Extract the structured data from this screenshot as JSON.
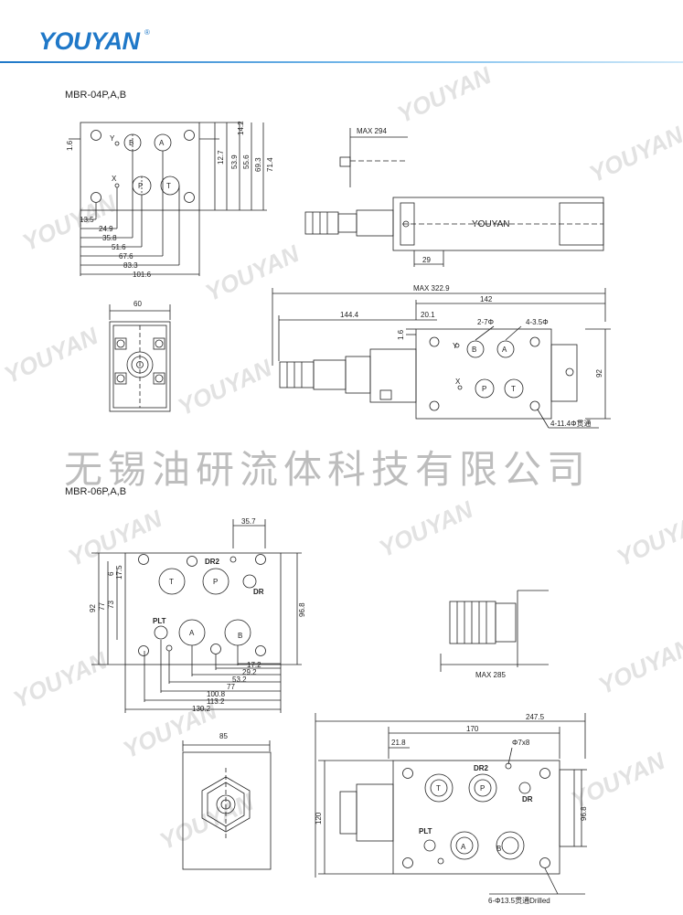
{
  "brand": {
    "logo_text": "YOUYAN",
    "registered_mark": "®",
    "accent_color": "#1f78c8"
  },
  "watermark": "YOUYAN",
  "company_name": "无锡油研流体科技有限公司",
  "section1": {
    "model": "MBR-04P,A,B",
    "front_view": {
      "port_labels": [
        "Y",
        "B",
        "A",
        "X",
        "P",
        "T"
      ],
      "dims_v": [
        "1.6",
        "14.2",
        "12.7",
        "53.9",
        "55.6",
        "69.3",
        "71.4"
      ],
      "dims_h": [
        "13.5",
        "24.9",
        "35.8",
        "51.6",
        "67.6",
        "83.3",
        "101.6"
      ]
    },
    "side_view": {
      "max": "MAX 294",
      "brand_text": "YOUYAN",
      "dim_29": "29"
    },
    "end_view": {
      "width": "60"
    },
    "plan_view": {
      "max": "MAX 322.9",
      "d142": "142",
      "d144": "144.4",
      "d20": "20.1",
      "d1_6": "1.6",
      "d92": "92",
      "hole_a": "2-7Φ",
      "hole_b": "4-3.5Φ",
      "through": "4-11.4Φ贯通",
      "port_labels": [
        "Y",
        "B",
        "A",
        "X",
        "P",
        "T"
      ]
    }
  },
  "section2": {
    "model": "MBR-06P,A,B",
    "top_view": {
      "d35_7": "35.7",
      "dims_v": [
        "92",
        "77",
        "73",
        "17.5",
        "6"
      ],
      "d96_8": "96.8",
      "port_labels": [
        "DR2",
        "DR",
        "PLT",
        "T",
        "P",
        "A",
        "B"
      ],
      "dims_h": [
        "17.2",
        "29.2",
        "53.2",
        "77",
        "100.8",
        "113.2",
        "130.2"
      ]
    },
    "knob_view": {
      "max": "MAX 285"
    },
    "end_view": {
      "width": "85"
    },
    "plan_view": {
      "d247": "247.5",
      "d170": "170",
      "d21": "21.8",
      "hole": "Φ7x8",
      "d120": "120",
      "d96": "96.8",
      "drilled": "6-Φ13.5贯通Drilled",
      "port_labels": [
        "DR2",
        "DR",
        "PLT",
        "T",
        "P",
        "A",
        "B"
      ]
    }
  }
}
